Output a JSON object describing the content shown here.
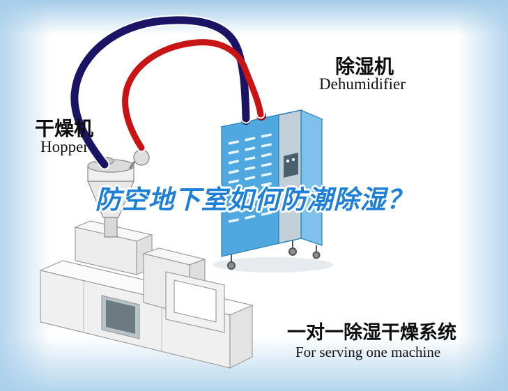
{
  "title": {
    "text": "防空地下室如何防潮除湿？"
  },
  "equipment_labels": {
    "hopper": {
      "zh": "干燥机",
      "en": "Hopper"
    },
    "dehumidifier": {
      "zh": "除湿机",
      "en": "Dehumidifier"
    }
  },
  "caption": {
    "zh": "一对一除湿干燥系统",
    "en": "For serving one machine"
  },
  "diagram": {
    "type": "equipment-illustration",
    "description_parts": [
      "molding-machine",
      "hopper-dryer",
      "dehumidifier-cabinet",
      "supply-hose",
      "return-hose"
    ],
    "colors": {
      "title_blue": "#1d7fd6",
      "hose_navy": "#1b1464",
      "hose_red": "#c81414",
      "cabinet_blue": "#4fa9e0",
      "background_tint": "#a3cbe8"
    }
  }
}
